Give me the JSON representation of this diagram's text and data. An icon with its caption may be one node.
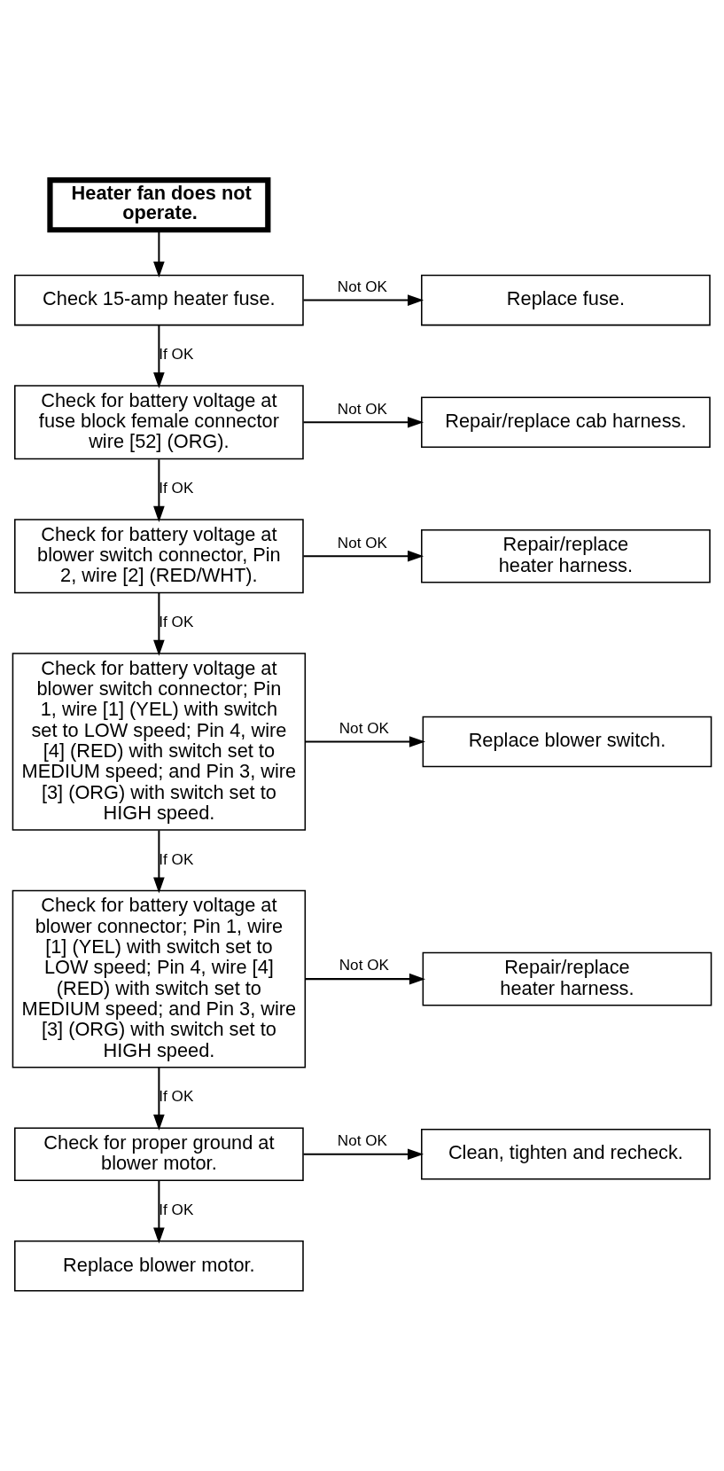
{
  "diagram": {
    "nodes": [
      {
        "text": [
          "Heater fan does not operate."
        ]
      },
      {
        "text": [
          "Check 15-amp heater fuse."
        ]
      },
      {
        "text": [
          "Replace fuse."
        ]
      },
      {
        "text": [
          "Check for battery voltage at fuse block female connector wire [52] (ORG)."
        ]
      },
      {
        "text": [
          "Repair/replace cab harness."
        ]
      },
      {
        "text": [
          "Check for battery voltage at blower switch connector, Pin 2, wire [2] (RED/WHT)."
        ]
      },
      {
        "text": [
          "Repair/replace heater harness."
        ]
      },
      {
        "text": [
          "Check for battery voltage at blower switch connector; Pin 1, wire [1] (YEL) with switch set to LOW speed; Pin 4, wire [4] (RED) with switch set to MEDIUM speed; and Pin 3, wire [3] (ORG) with switch set to HIGH speed."
        ]
      },
      {
        "text": [
          "Replace blower switch."
        ]
      },
      {
        "text": [
          "Check for battery voltage at blower connector; Pin 1, wire [1] (YEL) with switch set to LOW speed; Pin 4, wire [4] (RED) with switch set to MEDIUM speed; and Pin 3, wire [3] (ORG) with switch set to HIGH speed."
        ]
      },
      {
        "text": [
          "Repair/replace heater harness."
        ]
      },
      {
        "text": [
          "Check for proper ground at blower motor."
        ]
      },
      {
        "text": [
          "Clean, tighten and recheck."
        ]
      },
      {
        "text": [
          "Replace blower motor."
        ]
      }
    ],
    "edges": [
      {
        "from": 0,
        "to": 1,
        "arrow": "to"
      },
      {
        "from": 1,
        "to": 2,
        "arrow": "to",
        "label": "Not OK"
      },
      {
        "from": 1,
        "to": 3,
        "arrow": "to",
        "label": "If OK"
      },
      {
        "from": 3,
        "to": 4,
        "arrow": "to",
        "label": "Not OK"
      },
      {
        "from": 3,
        "to": 5,
        "arrow": "to",
        "label": "If OK"
      },
      {
        "from": 5,
        "to": 6,
        "arrow": "to",
        "label": "Not OK"
      },
      {
        "from": 5,
        "to": 7,
        "arrow": "to",
        "label": "If OK"
      },
      {
        "from": 7,
        "to": 8,
        "arrow": "to",
        "label": "Not OK"
      },
      {
        "from": 7,
        "to": 9,
        "arrow": "to",
        "label": "If OK"
      },
      {
        "from": 9,
        "to": 10,
        "arrow": "to",
        "label": "Not OK"
      },
      {
        "from": 9,
        "to": 11,
        "arrow": "to",
        "label": "If OK"
      },
      {
        "from": 11,
        "to": 12,
        "arrow": "to",
        "label": "Not OK"
      },
      {
        "from": 11,
        "to": 13,
        "arrow": "to",
        "label": "If OK"
      }
    ]
  }
}
